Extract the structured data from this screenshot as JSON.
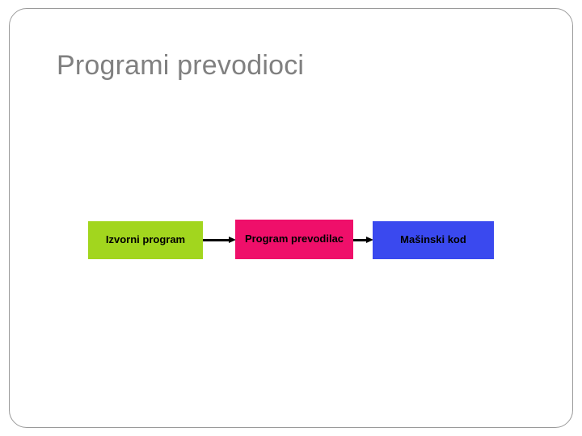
{
  "slide": {
    "title": "Programi prevodioci",
    "title_color": "#808080",
    "background": "#ffffff",
    "frame_border_color": "#9a9a9a"
  },
  "diagram": {
    "type": "flow",
    "boxes": [
      {
        "id": "source",
        "label": "Izvorni program",
        "color": "#a2d61e",
        "text_color": "#000000"
      },
      {
        "id": "translator",
        "label": "Program prevodilac",
        "color": "#ef0f6a",
        "text_color": "#000000"
      },
      {
        "id": "machine",
        "label": "Mašinski kod",
        "color": "#3a49ef",
        "text_color": "#000000"
      }
    ],
    "connectors": [
      {
        "id": "arrow-source-to-translator",
        "from": "source",
        "to": "translator",
        "direction": "right",
        "color": "#000000"
      },
      {
        "id": "arrow-translator-to-machine",
        "from": "translator",
        "to": "machine",
        "direction": "right",
        "color": "#000000"
      }
    ]
  }
}
